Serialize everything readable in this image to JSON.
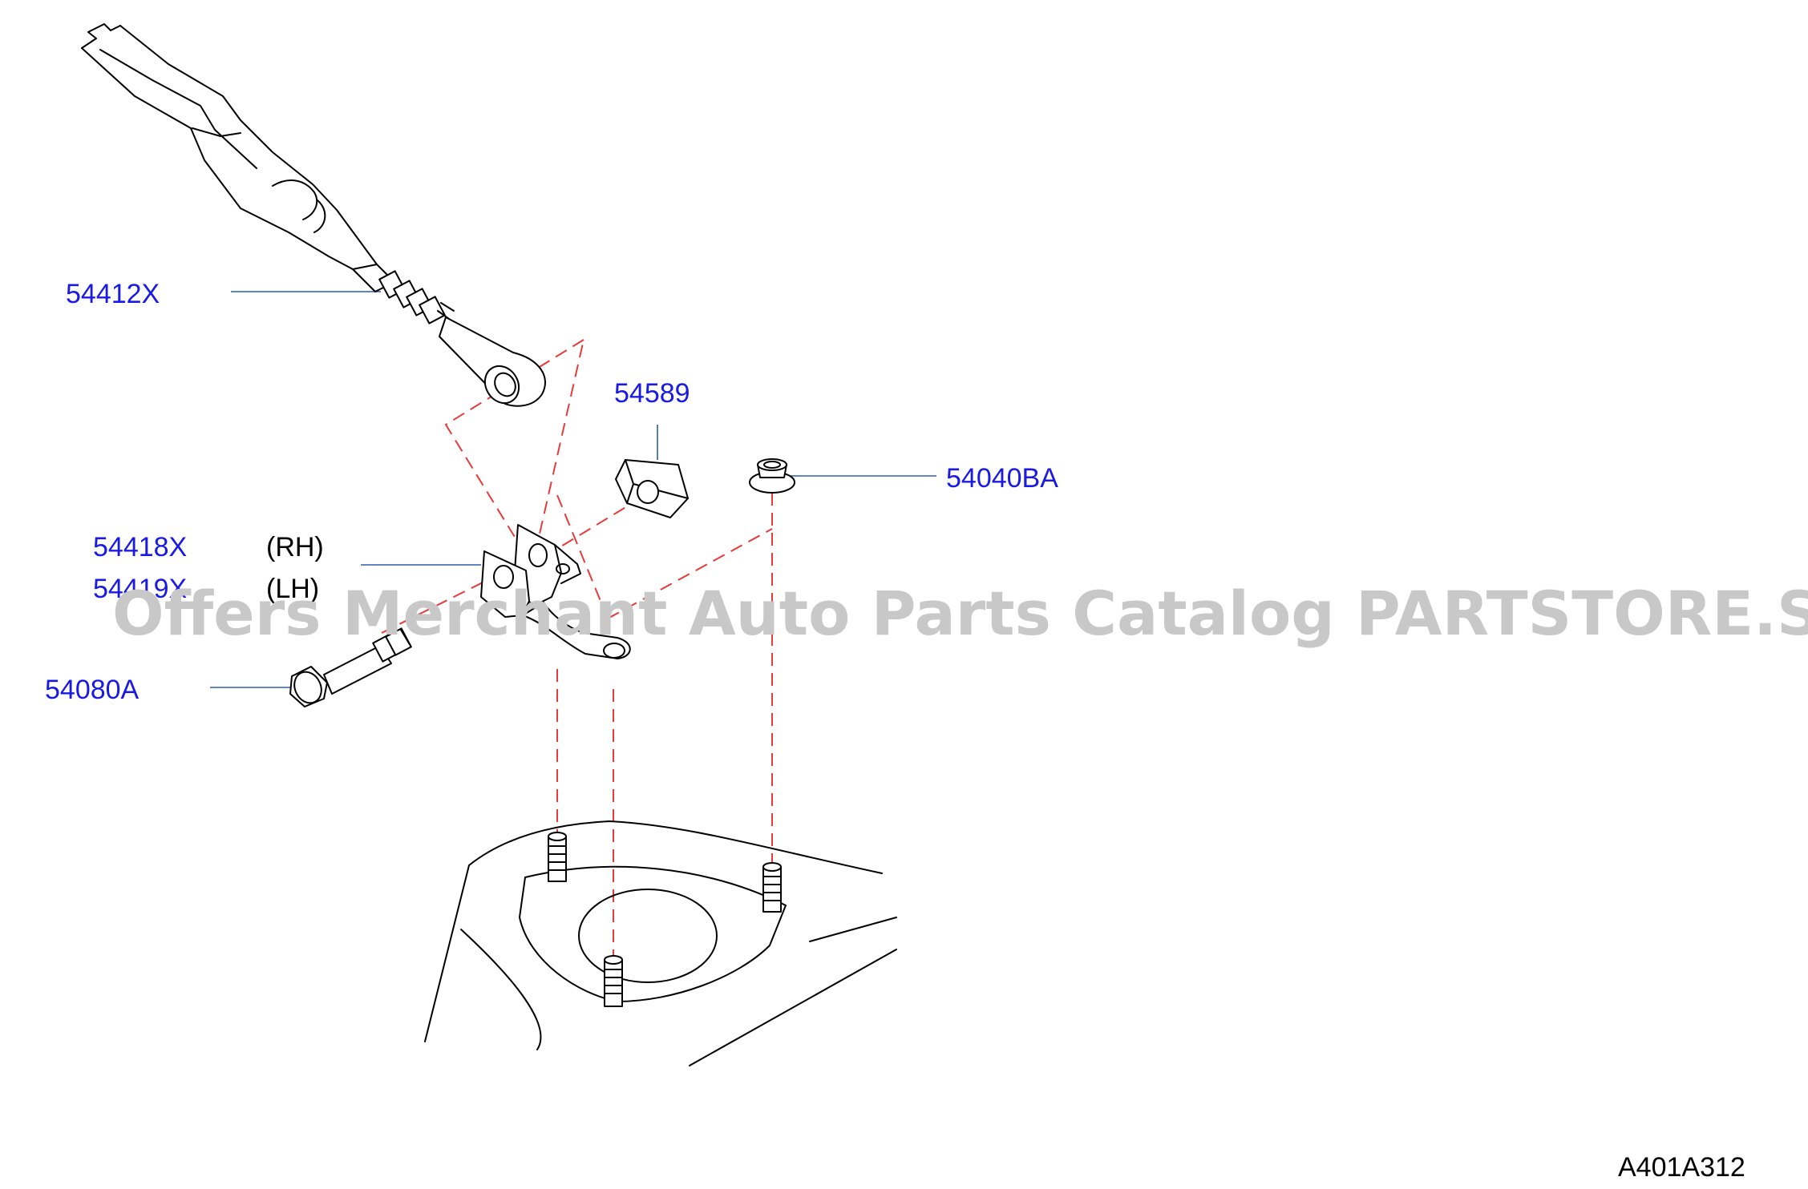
{
  "colors": {
    "label": "#1a1ae6",
    "leader": "#2b5fa8",
    "centerline": "#e83a3a",
    "line": "#000000",
    "watermark": "#c8c8c8"
  },
  "parts": [
    {
      "id": "p1",
      "number": "54412X"
    },
    {
      "id": "p2",
      "number": "54589"
    },
    {
      "id": "p3",
      "number": "54040BA"
    },
    {
      "id": "p4",
      "number": "54418X",
      "side": "(RH)"
    },
    {
      "id": "p5",
      "number": "54419X",
      "side": "(LH)"
    },
    {
      "id": "p6",
      "number": "54080A"
    }
  ],
  "watermark": "Offers Merchant Auto Parts Catalog PARTSTORE.SA",
  "diagram_ref": "A401A312"
}
